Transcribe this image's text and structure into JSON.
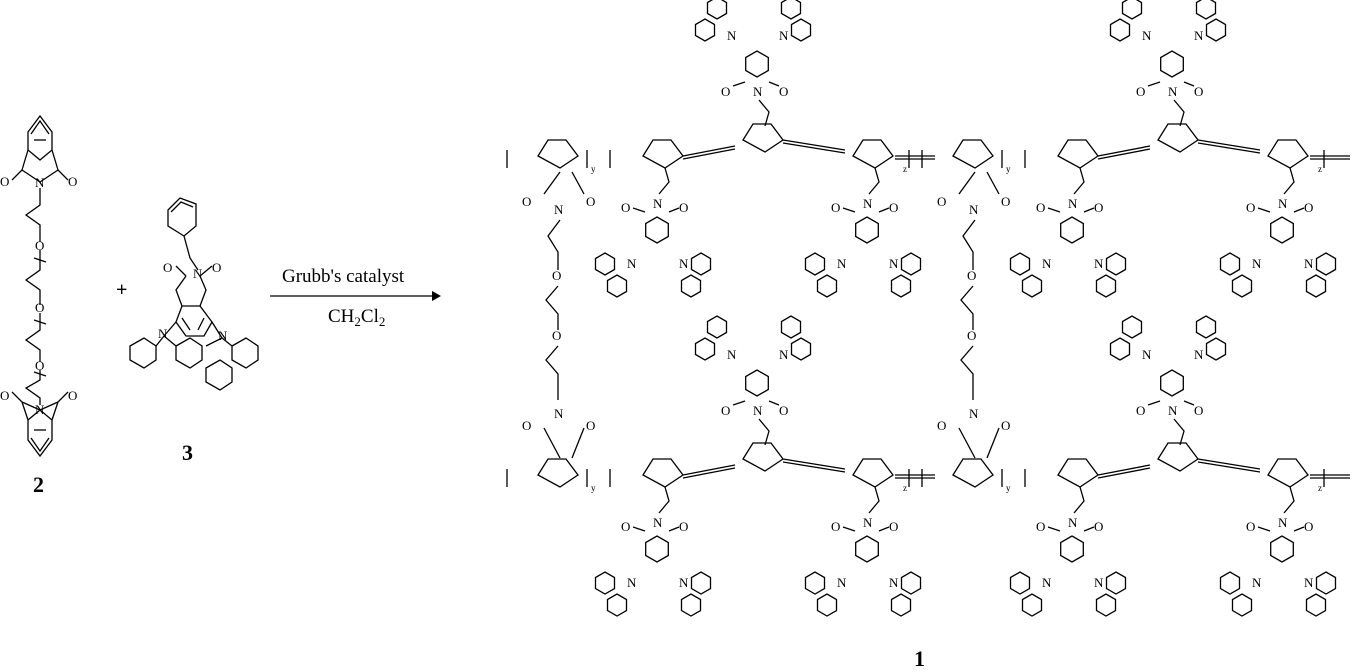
{
  "scheme": {
    "reagent_plus": "+",
    "reagents_above_arrow": "Grubb's catalyst",
    "solvent": {
      "main": "CH",
      "sub1": "2",
      "mid": "Cl",
      "sub2": "2"
    }
  },
  "compounds": [
    {
      "id": "crosslinker",
      "label": "2"
    },
    {
      "id": "monomer",
      "label": "3"
    },
    {
      "id": "polymer",
      "label": "1"
    }
  ],
  "atom_labels": {
    "nitrogen": "N",
    "oxygen": "O"
  },
  "repeat_subscripts": {
    "y": "y",
    "z": "z"
  },
  "colors": {
    "ink": "#000000",
    "background": "#ffffff"
  }
}
